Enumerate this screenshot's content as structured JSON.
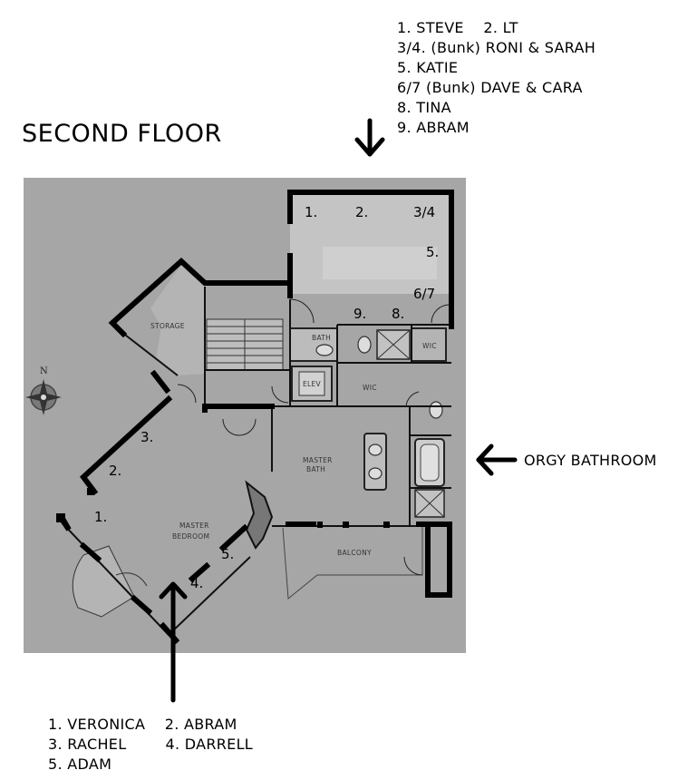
{
  "title": "SECOND FLOOR",
  "upper_legend": [
    "1. STEVE    2. LT",
    "3/4. (Bunk) RONI & SARAH",
    "5. KATIE",
    "6/7 (Bunk) DAVE & CARA",
    "8. TINA",
    "9. ABRAM"
  ],
  "lower_legend": [
    "1. VERONICA    2. ABRAM",
    "3. RACHEL        4. DARRELL",
    "5. ADAM"
  ],
  "callout_label": "ORGY BATHROOM",
  "plan": {
    "room_labels": {
      "storage": "STORAGE",
      "bath": "BATH",
      "wic_upper": "WIC",
      "elev": "ELEV",
      "wic_mid": "WIC",
      "master_bath_1": "MASTER",
      "master_bath_2": "BATH",
      "master_bedroom_1": "MASTER",
      "master_bedroom_2": "BEDROOM",
      "balcony": "BALCONY"
    },
    "compass_label": "N",
    "upper_room_numbers": {
      "n1": "1.",
      "n2": "2.",
      "n34": "3/4",
      "n5": "5.",
      "n67": "6/7",
      "n9": "9.",
      "n8": "8."
    },
    "master_numbers": {
      "n3": "3.",
      "n2": "2.",
      "n1": "1.",
      "n5": "5.",
      "n4": "4."
    }
  }
}
